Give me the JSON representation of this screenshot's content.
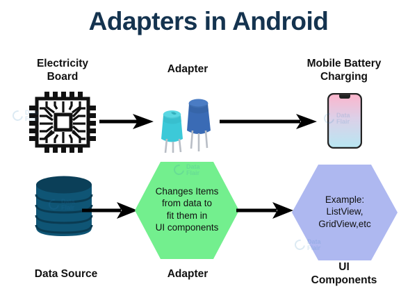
{
  "page": {
    "title": "Adapters in Android",
    "background_color": "#ffffff",
    "title_color": "#14334f"
  },
  "top_row": {
    "source_label": "Electricity\nBoard",
    "middle_label": "Adapter",
    "target_label": "Mobile Battery\nCharging",
    "source_icon": "microchip-icon",
    "middle_icon": "transistor-pair-icon",
    "target_icon": "smartphone-icon",
    "arrow_1": "arrow-right-icon",
    "arrow_2": "arrow-right-icon"
  },
  "bottom_row": {
    "source_label": "Data Source",
    "middle_label": "Adapter",
    "target_label": "UI\nComponents",
    "source_icon": "database-cylinder-icon",
    "arrow_1": "arrow-right-icon",
    "arrow_2": "arrow-right-icon",
    "adapter_hexagon_text": "Changes Items\nfrom data to\nfit them in\nUI components",
    "ui_hexagon_text": "Example:\nListView,\nGridView,etc"
  },
  "colors": {
    "title_navy": "#14334f",
    "hex_green": "#73ef8e",
    "hex_purple": "#aeb8f0",
    "database_blue": "#0f5575",
    "database_blue_dark": "#0b3f58",
    "transistor_cyan": "#3cc9d8",
    "transistor_blue": "#3a6bb5",
    "chip_black": "#111111",
    "arrow_black": "#000000",
    "phone_gradient_top": "#fbb6cd",
    "phone_gradient_bottom": "#b9e6f2",
    "watermark_blue": "#2c7fb8"
  },
  "watermark": {
    "text": "Data\nFlair"
  }
}
